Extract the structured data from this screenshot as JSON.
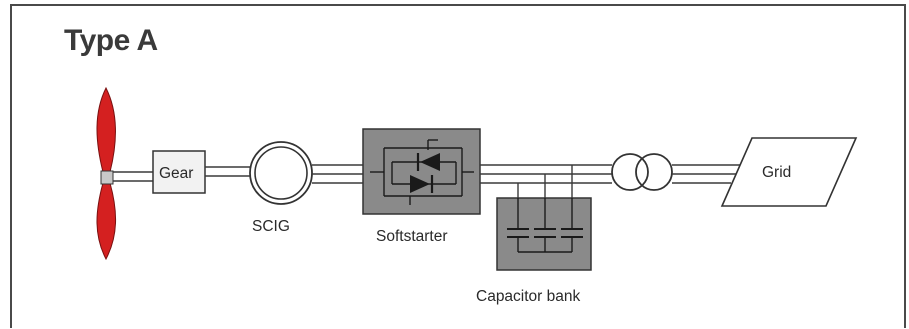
{
  "diagram": {
    "title": "Type A",
    "labels": {
      "gear": "Gear",
      "scig": "SCIG",
      "softstarter": "Softstarter",
      "capacitor_bank": "Capacitor bank",
      "grid": "Grid"
    }
  },
  "colors": {
    "blade": "#d42020",
    "component_fill": "#8a8a8a",
    "line": "#3a3a3a"
  }
}
